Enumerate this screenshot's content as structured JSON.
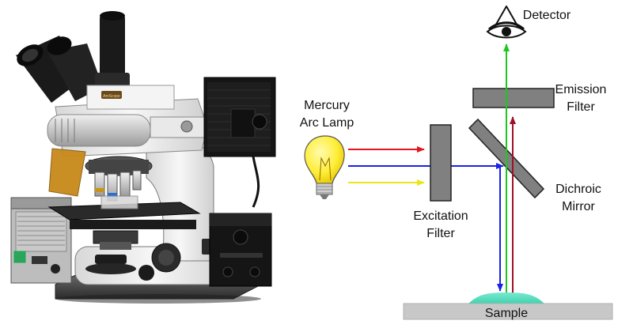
{
  "labels": {
    "lamp_line1": "Mercury",
    "lamp_line2": "Arc Lamp",
    "excitation_line1": "Excitation",
    "excitation_line2": "Filter",
    "detector": "Detector",
    "emission_line1": "Emission",
    "emission_line2": "Filter",
    "dichroic_line1": "Dichroic",
    "dichroic_line2": "Mirror",
    "sample": "Sample"
  },
  "microscope": {
    "brand_label": "AmScope"
  },
  "colors": {
    "red_ray": "#e0181c",
    "blue_ray": "#1a22e8",
    "yellow_ray": "#e9e61a",
    "green_ray": "#1ec71e",
    "dark_red_ray": "#a0102a",
    "filter_fill": "#808080",
    "sample_fill": "#5de3c0",
    "stage_fill": "#c8c8c8"
  }
}
